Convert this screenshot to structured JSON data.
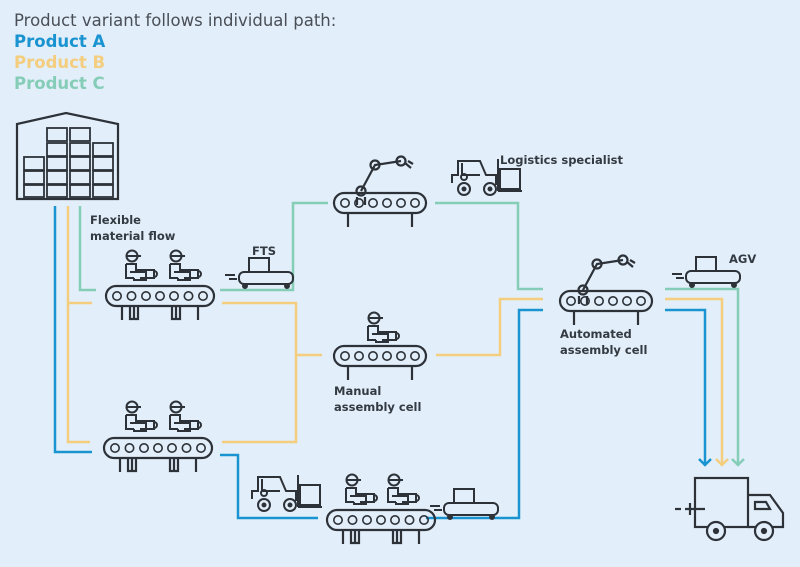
{
  "header": {
    "subtitle": "Product variant follows individual path:",
    "legend": [
      {
        "label": "Product A",
        "color": "#1a93d1"
      },
      {
        "label": "Product B",
        "color": "#f4cd7e"
      },
      {
        "label": "Product C",
        "color": "#86cdb8"
      }
    ]
  },
  "labels": {
    "flexible_1": "Flexible",
    "flexible_2": "material flow",
    "fts": "FTS",
    "logistics": "Logistics specialist",
    "agv": "AGV",
    "manual_1": "Manual",
    "manual_2": "assembly cell",
    "automated_1": "Automated",
    "automated_2": "assembly cell"
  },
  "nodes": [
    {
      "id": "warehouse",
      "icon": "warehouse-icon"
    },
    {
      "id": "manual-line-top",
      "icon": "manual-conveyor-icon",
      "workers": 2
    },
    {
      "id": "manual-line-bottom",
      "icon": "manual-conveyor-icon",
      "workers": 2
    },
    {
      "id": "robot-cell-top",
      "icon": "robot-arm-conveyor-icon"
    },
    {
      "id": "manual-assembly-cell",
      "icon": "manual-conveyor-icon",
      "workers": 1
    },
    {
      "id": "manual-line-lower-right",
      "icon": "manual-conveyor-icon",
      "workers": 2
    },
    {
      "id": "automated-assembly-cell",
      "icon": "robot-arm-conveyor-icon"
    },
    {
      "id": "fts-vehicle",
      "icon": "agv-cart-icon"
    },
    {
      "id": "agv-vehicle",
      "icon": "agv-cart-icon"
    },
    {
      "id": "agv-lower",
      "icon": "agv-cart-icon"
    },
    {
      "id": "forklift-top",
      "icon": "forklift-icon"
    },
    {
      "id": "forklift-bottom",
      "icon": "forklift-icon"
    },
    {
      "id": "truck",
      "icon": "delivery-truck-icon"
    }
  ]
}
